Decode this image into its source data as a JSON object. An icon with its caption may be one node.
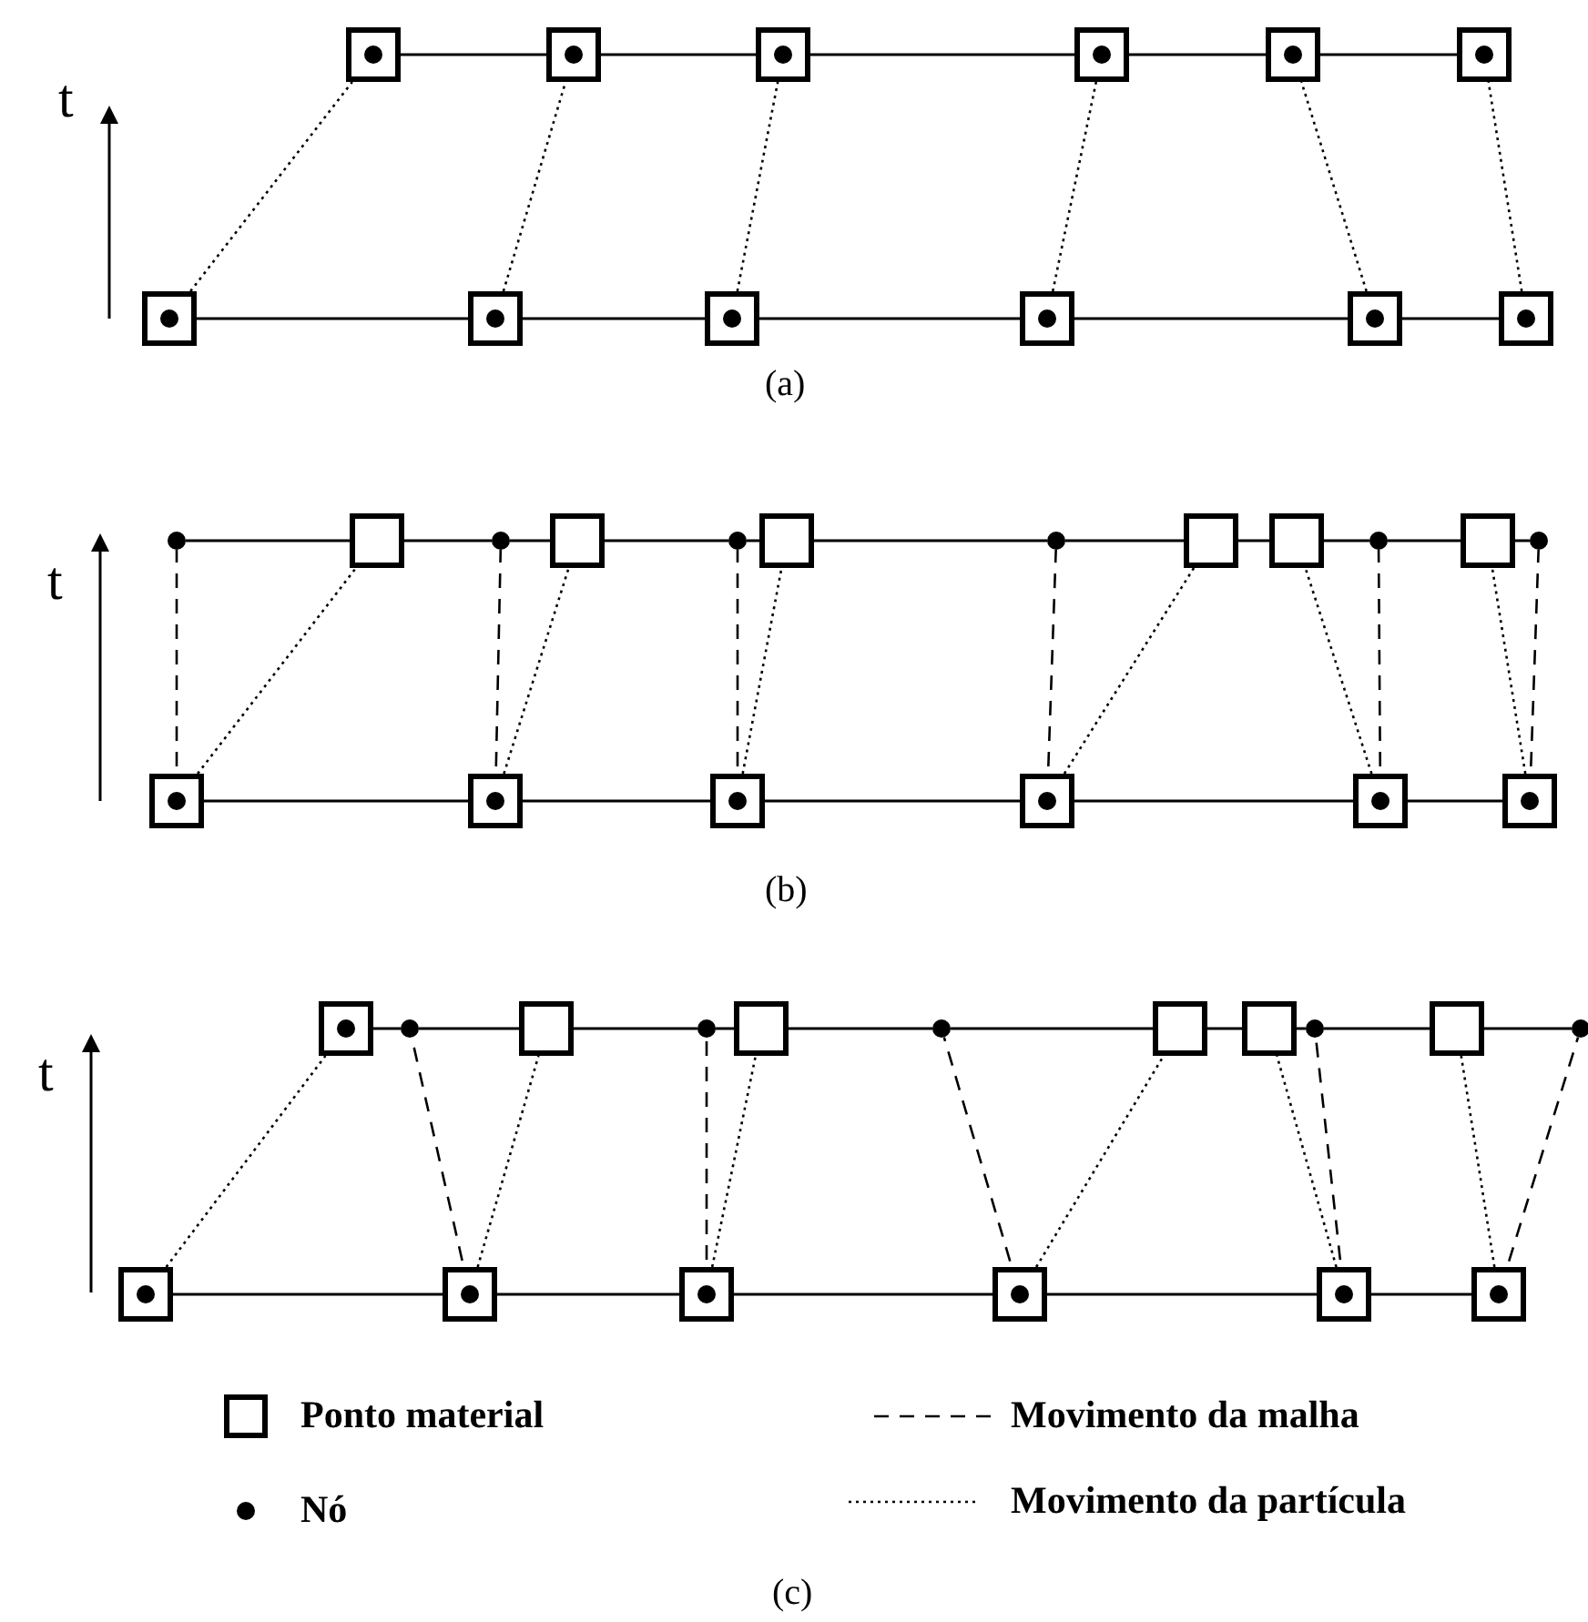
{
  "diagram": {
    "nodes": [
      {
        "text": [],
        "shape": "box"
      },
      {
        "text": [],
        "shape": "circle",
        "in": 0
      },
      {
        "text": [],
        "shape": "box"
      },
      {
        "text": [],
        "shape": "circle",
        "in": 2
      },
      {
        "text": [],
        "shape": "box"
      },
      {
        "text": [],
        "shape": "circle",
        "in": 4
      },
      {
        "text": [],
        "shape": "box"
      },
      {
        "text": [],
        "shape": "circle",
        "in": 6
      },
      {
        "text": [],
        "shape": "box"
      },
      {
        "text": [],
        "shape": "circle",
        "in": 8
      },
      {
        "text": [],
        "shape": "box"
      },
      {
        "text": [],
        "shape": "circle",
        "in": 10
      },
      {
        "text": [],
        "shape": "box"
      },
      {
        "text": [],
        "shape": "circle",
        "in": 12
      },
      {
        "text": [],
        "shape": "box"
      },
      {
        "text": [],
        "shape": "circle",
        "in": 14
      },
      {
        "text": [],
        "shape": "box"
      },
      {
        "text": [],
        "shape": "circle",
        "in": 16
      },
      {
        "text": [],
        "shape": "box"
      },
      {
        "text": [],
        "shape": "circle",
        "in": 18
      },
      {
        "text": [],
        "shape": "box"
      },
      {
        "text": [],
        "shape": "circle",
        "in": 20
      },
      {
        "text": [],
        "shape": "box"
      },
      {
        "text": [],
        "shape": "circle",
        "in": 22
      },
      {
        "text": [],
        "shape": "circle"
      },
      {
        "text": [],
        "shape": "box"
      },
      {
        "text": [],
        "shape": "circle"
      },
      {
        "text": [],
        "shape": "box"
      },
      {
        "text": [],
        "shape": "circle"
      },
      {
        "text": [],
        "shape": "box"
      },
      {
        "text": [],
        "shape": "circle"
      },
      {
        "text": [],
        "shape": "box"
      },
      {
        "text": [],
        "shape": "box"
      },
      {
        "text": [],
        "shape": "circle"
      },
      {
        "text": [],
        "shape": "box"
      },
      {
        "text": [],
        "shape": "circle"
      },
      {
        "text": [],
        "shape": "box"
      },
      {
        "text": [],
        "shape": "circle",
        "in": 36
      },
      {
        "text": [],
        "shape": "box"
      },
      {
        "text": [],
        "shape": "circle",
        "in": 38
      },
      {
        "text": [],
        "shape": "box"
      },
      {
        "text": [],
        "shape": "circle",
        "in": 40
      },
      {
        "text": [],
        "shape": "box"
      },
      {
        "text": [],
        "shape": "circle",
        "in": 42
      },
      {
        "text": [],
        "shape": "box"
      },
      {
        "text": [],
        "shape": "circle",
        "in": 44
      },
      {
        "text": [],
        "shape": "box"
      },
      {
        "text": [],
        "shape": "circle",
        "in": 46
      },
      {
        "text": [],
        "shape": "box"
      },
      {
        "text": [],
        "shape": "circle",
        "in": 48
      },
      {
        "text": [],
        "shape": "circle"
      },
      {
        "text": [],
        "shape": "box"
      },
      {
        "text": [],
        "shape": "circle"
      },
      {
        "text": [],
        "shape": "box"
      },
      {
        "text": [],
        "shape": "circle"
      },
      {
        "text": [],
        "shape": "box"
      },
      {
        "text": [],
        "shape": "box"
      },
      {
        "text": [],
        "shape": "circle"
      },
      {
        "text": [],
        "shape": "box"
      },
      {
        "text": [],
        "shape": "circle"
      },
      {
        "text": [],
        "shape": "box"
      },
      {
        "text": [],
        "shape": "circle",
        "in": 60
      },
      {
        "text": [],
        "shape": "box"
      },
      {
        "text": [],
        "shape": "circle",
        "in": 62
      },
      {
        "text": [],
        "shape": "box"
      },
      {
        "text": [],
        "shape": "circle",
        "in": 64
      },
      {
        "text": [],
        "shape": "box"
      },
      {
        "text": [],
        "shape": "circle",
        "in": 66
      },
      {
        "text": [],
        "shape": "box"
      },
      {
        "text": [],
        "shape": "circle",
        "in": 68
      },
      {
        "text": [],
        "shape": "box"
      },
      {
        "text": [],
        "shape": "circle",
        "in": 70
      }
    ],
    "edges": [
      {
        "from": 0,
        "to": 2,
        "arrow": "none"
      },
      {
        "from": 2,
        "to": 4,
        "arrow": "none"
      },
      {
        "from": 4,
        "to": 6,
        "arrow": "none"
      },
      {
        "from": 6,
        "to": 8,
        "arrow": "none"
      },
      {
        "from": 8,
        "to": 10,
        "arrow": "none"
      },
      {
        "from": 12,
        "to": 0,
        "arrow": "none",
        "style": "dashed"
      },
      {
        "from": 14,
        "to": 2,
        "arrow": "none",
        "style": "dashed"
      },
      {
        "from": 16,
        "to": 4,
        "arrow": "none",
        "style": "dashed"
      },
      {
        "from": 18,
        "to": 6,
        "arrow": "none",
        "style": "dashed"
      },
      {
        "from": 20,
        "to": 8,
        "arrow": "none",
        "style": "dashed"
      },
      {
        "from": 22,
        "to": 10,
        "arrow": "none",
        "style": "dashed"
      },
      {
        "from": 12,
        "to": 14,
        "arrow": "none"
      },
      {
        "from": 14,
        "to": 16,
        "arrow": "none"
      },
      {
        "from": 16,
        "to": 18,
        "arrow": "none"
      },
      {
        "from": 18,
        "to": 20,
        "arrow": "none"
      },
      {
        "from": 20,
        "to": 22,
        "arrow": "none"
      },
      {
        "from": 24,
        "to": 25,
        "arrow": "none"
      },
      {
        "from": 25,
        "to": 26,
        "arrow": "none"
      },
      {
        "from": 26,
        "to": 27,
        "arrow": "none"
      },
      {
        "from": 27,
        "to": 28,
        "arrow": "none"
      },
      {
        "from": 28,
        "to": 29,
        "arrow": "none"
      },
      {
        "from": 29,
        "to": 30,
        "arrow": "none"
      },
      {
        "from": 30,
        "to": 31,
        "arrow": "none"
      },
      {
        "from": 31,
        "to": 32,
        "arrow": "none"
      },
      {
        "from": 32,
        "to": 33,
        "arrow": "none"
      },
      {
        "from": 33,
        "to": 34,
        "arrow": "none"
      },
      {
        "from": 34,
        "to": 35,
        "arrow": "none"
      },
      {
        "from": 37,
        "to": 24,
        "arrow": "none",
        "style": "dashed"
      },
      {
        "from": 36,
        "to": 25,
        "arrow": "none",
        "style": "dashed"
      },
      {
        "from": 39,
        "to": 26,
        "arrow": "none",
        "style": "dashed"
      },
      {
        "from": 38,
        "to": 27,
        "arrow": "none",
        "style": "dashed"
      },
      {
        "from": 41,
        "to": 28,
        "arrow": "none",
        "style": "dashed"
      },
      {
        "from": 40,
        "to": 29,
        "arrow": "none",
        "style": "dashed"
      },
      {
        "from": 43,
        "to": 30,
        "arrow": "none",
        "style": "dashed"
      },
      {
        "from": 42,
        "to": 31,
        "arrow": "none",
        "style": "dashed"
      },
      {
        "from": 44,
        "to": 32,
        "arrow": "none",
        "style": "dashed"
      },
      {
        "from": 45,
        "to": 33,
        "arrow": "none",
        "style": "dashed"
      },
      {
        "from": 46,
        "to": 34,
        "arrow": "none",
        "style": "dashed"
      },
      {
        "from": 47,
        "to": 35,
        "arrow": "none",
        "style": "dashed"
      },
      {
        "from": 36,
        "to": 38,
        "arrow": "none"
      },
      {
        "from": 38,
        "to": 40,
        "arrow": "none"
      },
      {
        "from": 40,
        "to": 42,
        "arrow": "none"
      },
      {
        "from": 42,
        "to": 44,
        "arrow": "none"
      },
      {
        "from": 44,
        "to": 46,
        "arrow": "none"
      },
      {
        "from": 48,
        "to": 50,
        "arrow": "none"
      },
      {
        "from": 50,
        "to": 51,
        "arrow": "none"
      },
      {
        "from": 51,
        "to": 52,
        "arrow": "none"
      },
      {
        "from": 52,
        "to": 53,
        "arrow": "none"
      },
      {
        "from": 53,
        "to": 54,
        "arrow": "none"
      },
      {
        "from": 54,
        "to": 55,
        "arrow": "none"
      },
      {
        "from": 55,
        "to": 56,
        "arrow": "none"
      },
      {
        "from": 56,
        "to": 57,
        "arrow": "none"
      },
      {
        "from": 57,
        "to": 58,
        "arrow": "none"
      },
      {
        "from": 58,
        "to": 59,
        "arrow": "none"
      },
      {
        "from": 60,
        "to": 48,
        "arrow": "none",
        "style": "dashed"
      },
      {
        "from": 63,
        "to": 50,
        "arrow": "none",
        "style": "dashed"
      },
      {
        "from": 62,
        "to": 51,
        "arrow": "none",
        "style": "dashed"
      },
      {
        "from": 65,
        "to": 52,
        "arrow": "none",
        "style": "dashed"
      },
      {
        "from": 64,
        "to": 53,
        "arrow": "none",
        "style": "dashed"
      },
      {
        "from": 67,
        "to": 54,
        "arrow": "none",
        "style": "dashed"
      },
      {
        "from": 66,
        "to": 55,
        "arrow": "none",
        "style": "dashed"
      },
      {
        "from": 68,
        "to": 56,
        "arrow": "none",
        "style": "dashed"
      },
      {
        "from": 69,
        "to": 57,
        "arrow": "none",
        "style": "dashed"
      },
      {
        "from": 70,
        "to": 58,
        "arrow": "none",
        "style": "dashed"
      },
      {
        "from": 71,
        "to": 59,
        "arrow": "none",
        "style": "dashed"
      },
      {
        "from": 60,
        "to": 62,
        "arrow": "none"
      },
      {
        "from": 62,
        "to": 64,
        "arrow": "none"
      },
      {
        "from": 64,
        "to": 66,
        "arrow": "none"
      },
      {
        "from": 66,
        "to": 68,
        "arrow": "none"
      },
      {
        "from": 68,
        "to": 70,
        "arrow": "none"
      }
    ],
    "labels": [
      "t",
      "(a)",
      "t",
      "(b)",
      "t",
      "(c)"
    ],
    "legend": [
      {
        "text": "Ponto material"
      },
      {
        "text": "Movimento da malha"
      },
      {
        "text": "Nó"
      },
      {
        "text": "Movimento da partícula"
      }
    ]
  }
}
